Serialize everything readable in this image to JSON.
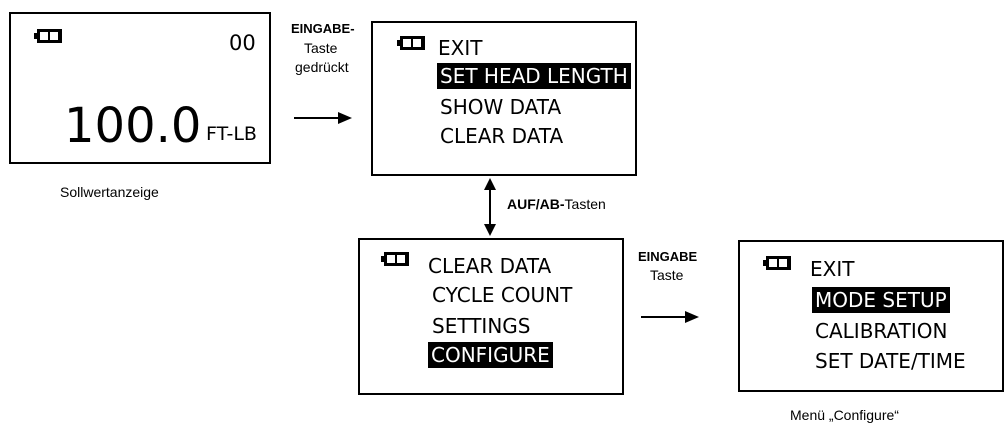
{
  "setpoint_screen": {
    "counter": "00",
    "value": "100.0",
    "unit": "FT-LB",
    "caption": "Sollwertanzeige"
  },
  "step1": {
    "label_bold": "EINGABE-",
    "label_line2": "Taste",
    "label_line3": "gedrückt"
  },
  "menu1": {
    "items": [
      "EXIT",
      "SET HEAD LENGTH",
      "SHOW DATA",
      "CLEAR DATA"
    ]
  },
  "step2": {
    "label_bold": "AUF/AB-",
    "label_rest": "Tasten"
  },
  "menu2": {
    "items": [
      "CLEAR DATA",
      "CYCLE COUNT",
      "SETTINGS",
      "CONFIGURE"
    ]
  },
  "step3": {
    "label_bold": "EINGABE",
    "label_line2": "Taste"
  },
  "menu3": {
    "items": [
      "EXIT",
      "MODE SETUP",
      "CALIBRATION",
      "SET DATE/TIME"
    ],
    "caption": "Menü „Configure“"
  },
  "colors": {
    "foreground": "#000000",
    "background": "#ffffff"
  },
  "icons": [
    "battery-icon",
    "arrow-right-icon",
    "arrow-updown-icon"
  ]
}
